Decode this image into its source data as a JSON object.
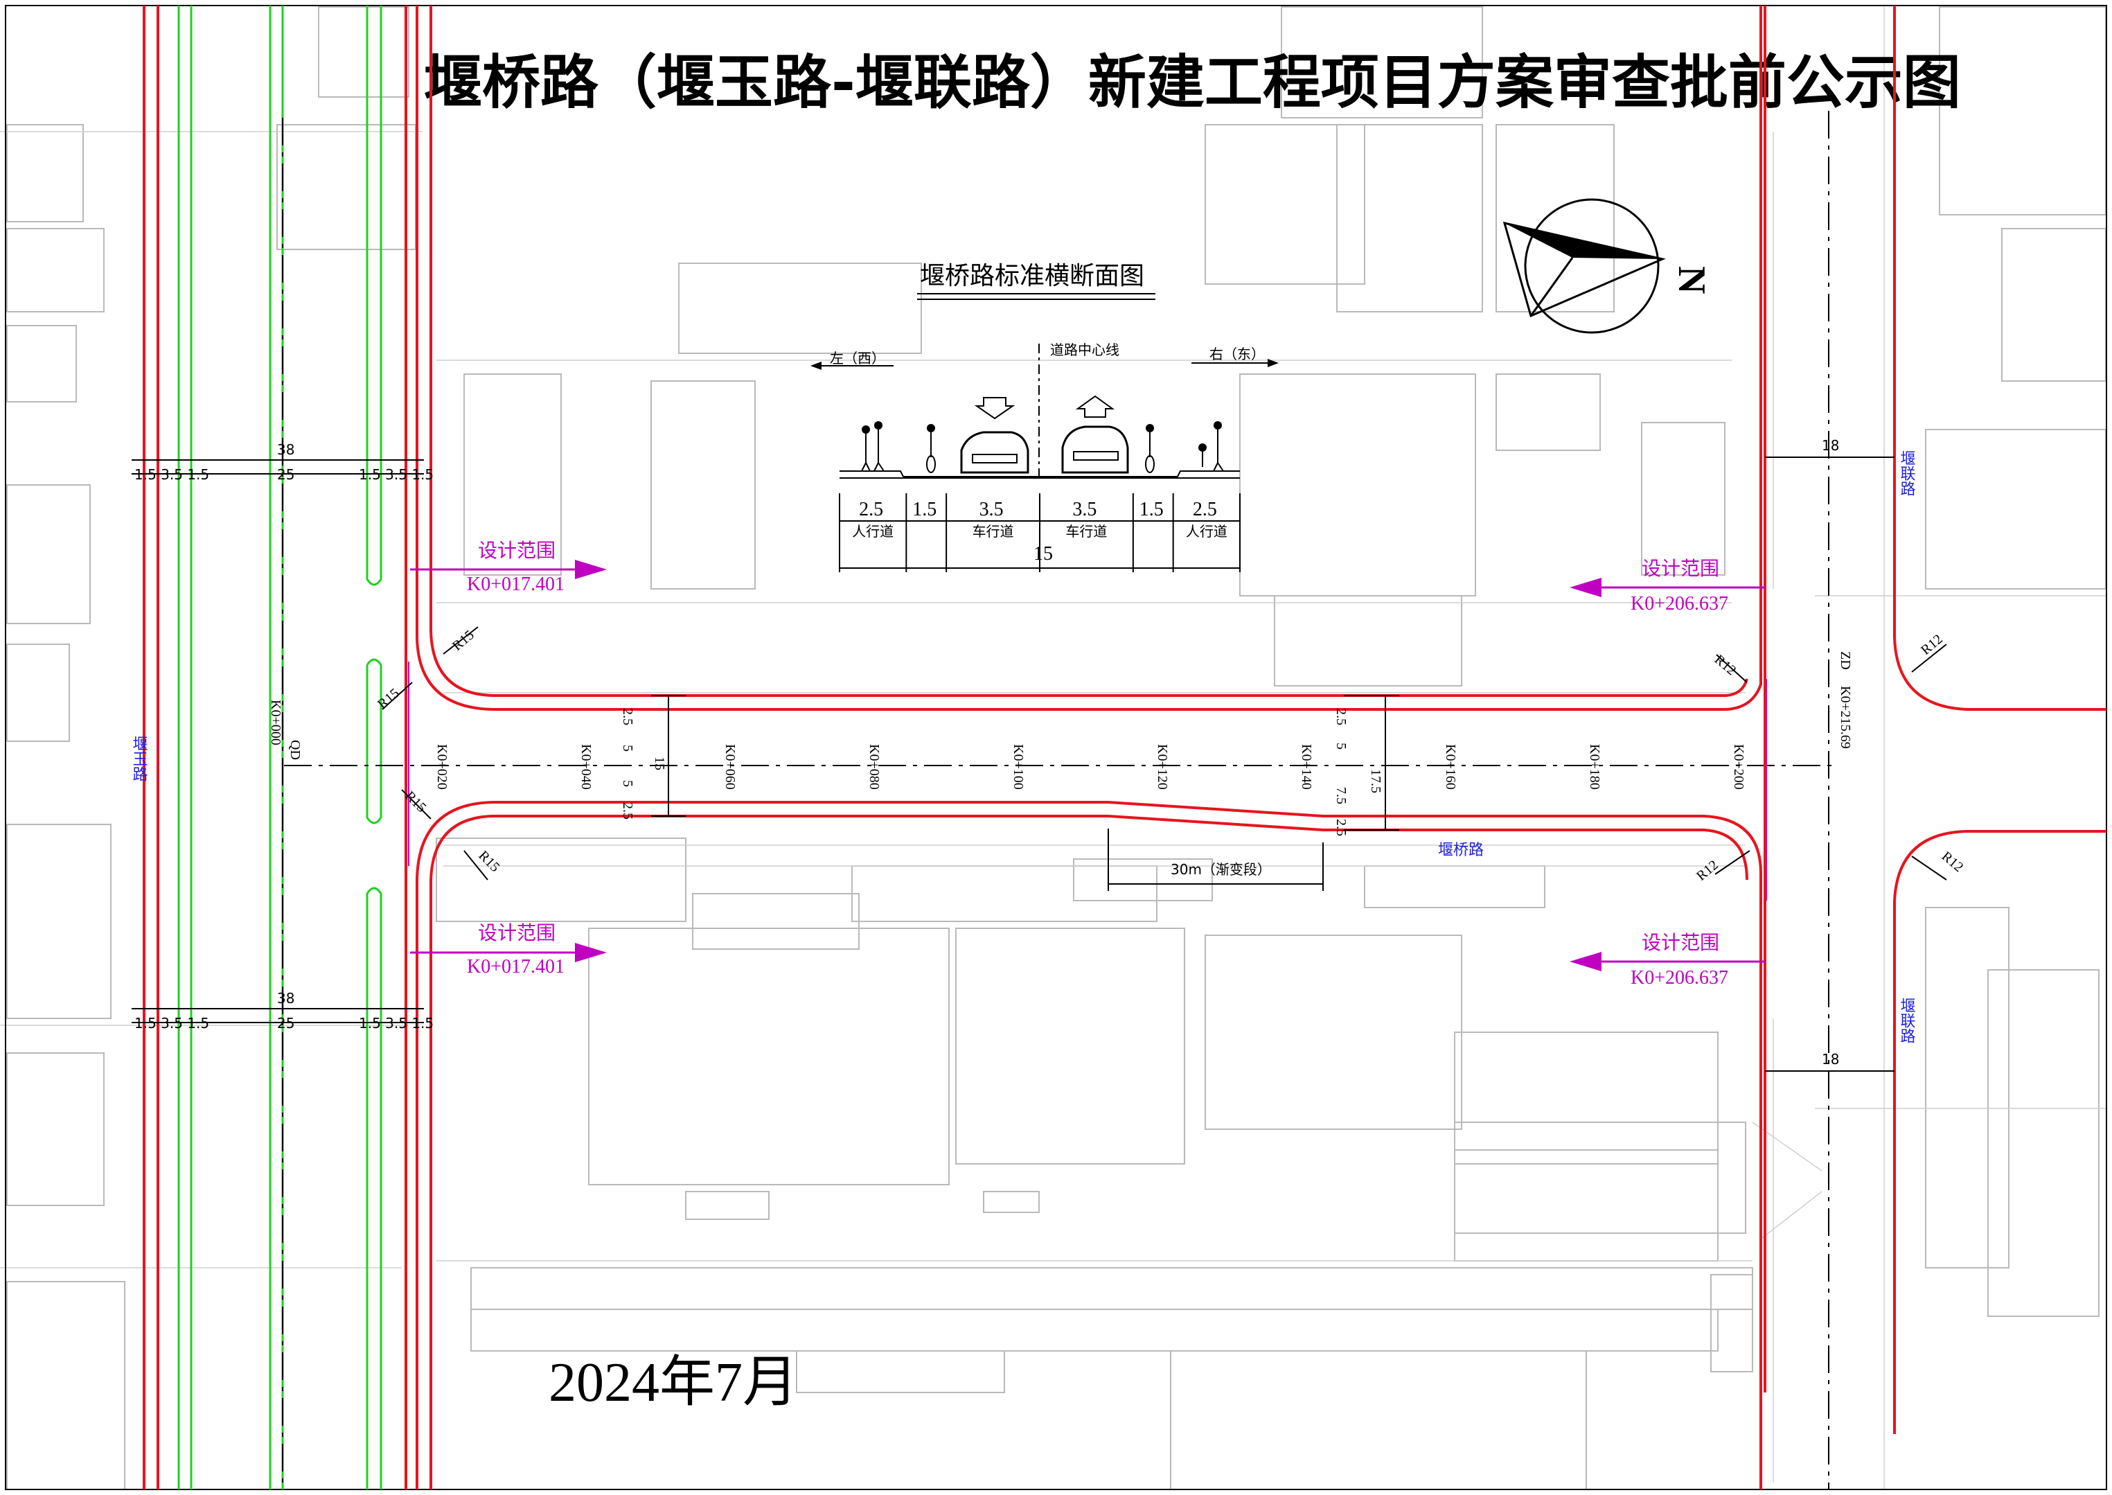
{
  "title": "堰桥路（堰玉路-堰联路）新建工程项目方案审查批前公示图",
  "date": "2024年7月",
  "north_label": "N",
  "cross_section": {
    "title": "堰桥路标准横断面图",
    "left_label": "左（西）",
    "right_label": "右（东）",
    "centerline_label": "道路中心线",
    "widths": [
      "2.5",
      "1.5",
      "3.5",
      "3.5",
      "1.5",
      "2.5"
    ],
    "lane_labels": [
      "人行道",
      "车行道",
      "车行道",
      "人行道"
    ],
    "total": "15"
  },
  "roads": {
    "yanyu": "堰玉路",
    "yanlian_top": "堰联路",
    "yanlian_bottom": "堰联路",
    "yanqiao": "堰桥路"
  },
  "design_range": {
    "label": "设计范围",
    "left_top_station": "K0+017.401",
    "left_bottom_station": "K0+017.401",
    "right_top_station": "K0+206.637",
    "right_bottom_station": "K0+206.637"
  },
  "yanyu_section": {
    "total_top": "38",
    "total_bottom": "38",
    "center_top": "25",
    "center_bottom": "25",
    "parts_left": "1.5 3.5 1.5",
    "parts_right": "1.5 3.5 1.5"
  },
  "yanlian_width_top": "18",
  "yanlian_width_bottom": "18",
  "radii": {
    "nw_outer": "R15",
    "nw_inner": "R15",
    "sw_outer": "R15",
    "sw_inner": "R15",
    "ne": "R12",
    "se": "R12",
    "yanlian_ne": "R12",
    "yanlian_se": "R12"
  },
  "stations": [
    "K0+020",
    "K0+040",
    "K0+060",
    "K0+080",
    "K0+100",
    "K0+120",
    "K0+140",
    "K0+160",
    "K0+180",
    "K0+200"
  ],
  "start": {
    "station": "K0+000",
    "label": "QD"
  },
  "end": {
    "station": "K0+215.69",
    "label": "ZD"
  },
  "widths_left": [
    "2.5",
    "5",
    "5",
    "2.5"
  ],
  "width_left_total": "15",
  "widths_right": [
    "2.5",
    "5",
    "7.5",
    "2.5"
  ],
  "width_right_total": "17.5",
  "transition_label": "30m（渐变段）"
}
